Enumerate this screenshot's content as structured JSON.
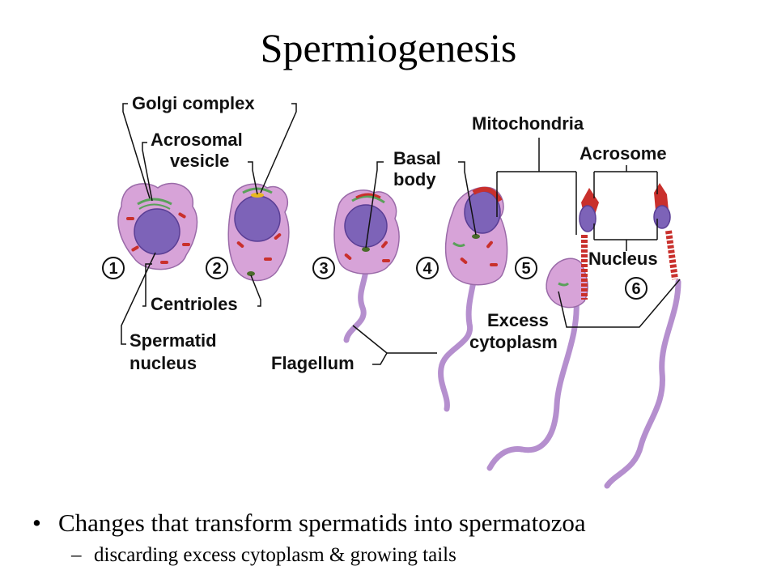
{
  "title": "Spermiogenesis",
  "labels": {
    "golgi": "Golgi complex",
    "acrosomal_1": "Acrosomal",
    "acrosomal_2": "vesicle",
    "basal_1": "Basal",
    "basal_2": "body",
    "mitochondria": "Mitochondria",
    "acrosome": "Acrosome",
    "nucleus": "Nucleus",
    "centrioles": "Centrioles",
    "spermatid_1": "Spermatid",
    "spermatid_2": "nucleus",
    "excess_1": "Excess",
    "excess_2": "cytoplasm",
    "flagellum": "Flagellum"
  },
  "stages": [
    "1",
    "2",
    "3",
    "4",
    "5",
    "6"
  ],
  "bullets": {
    "main": "Changes that transform spermatids into spermatozoa",
    "sub": "discarding excess cytoplasm & growing tails"
  },
  "colors": {
    "cytoplasm": "#d7a3d8",
    "nucleus": "#7d63b8",
    "mitochondria": "#c9302c",
    "golgi": "#5aa05a"
  }
}
